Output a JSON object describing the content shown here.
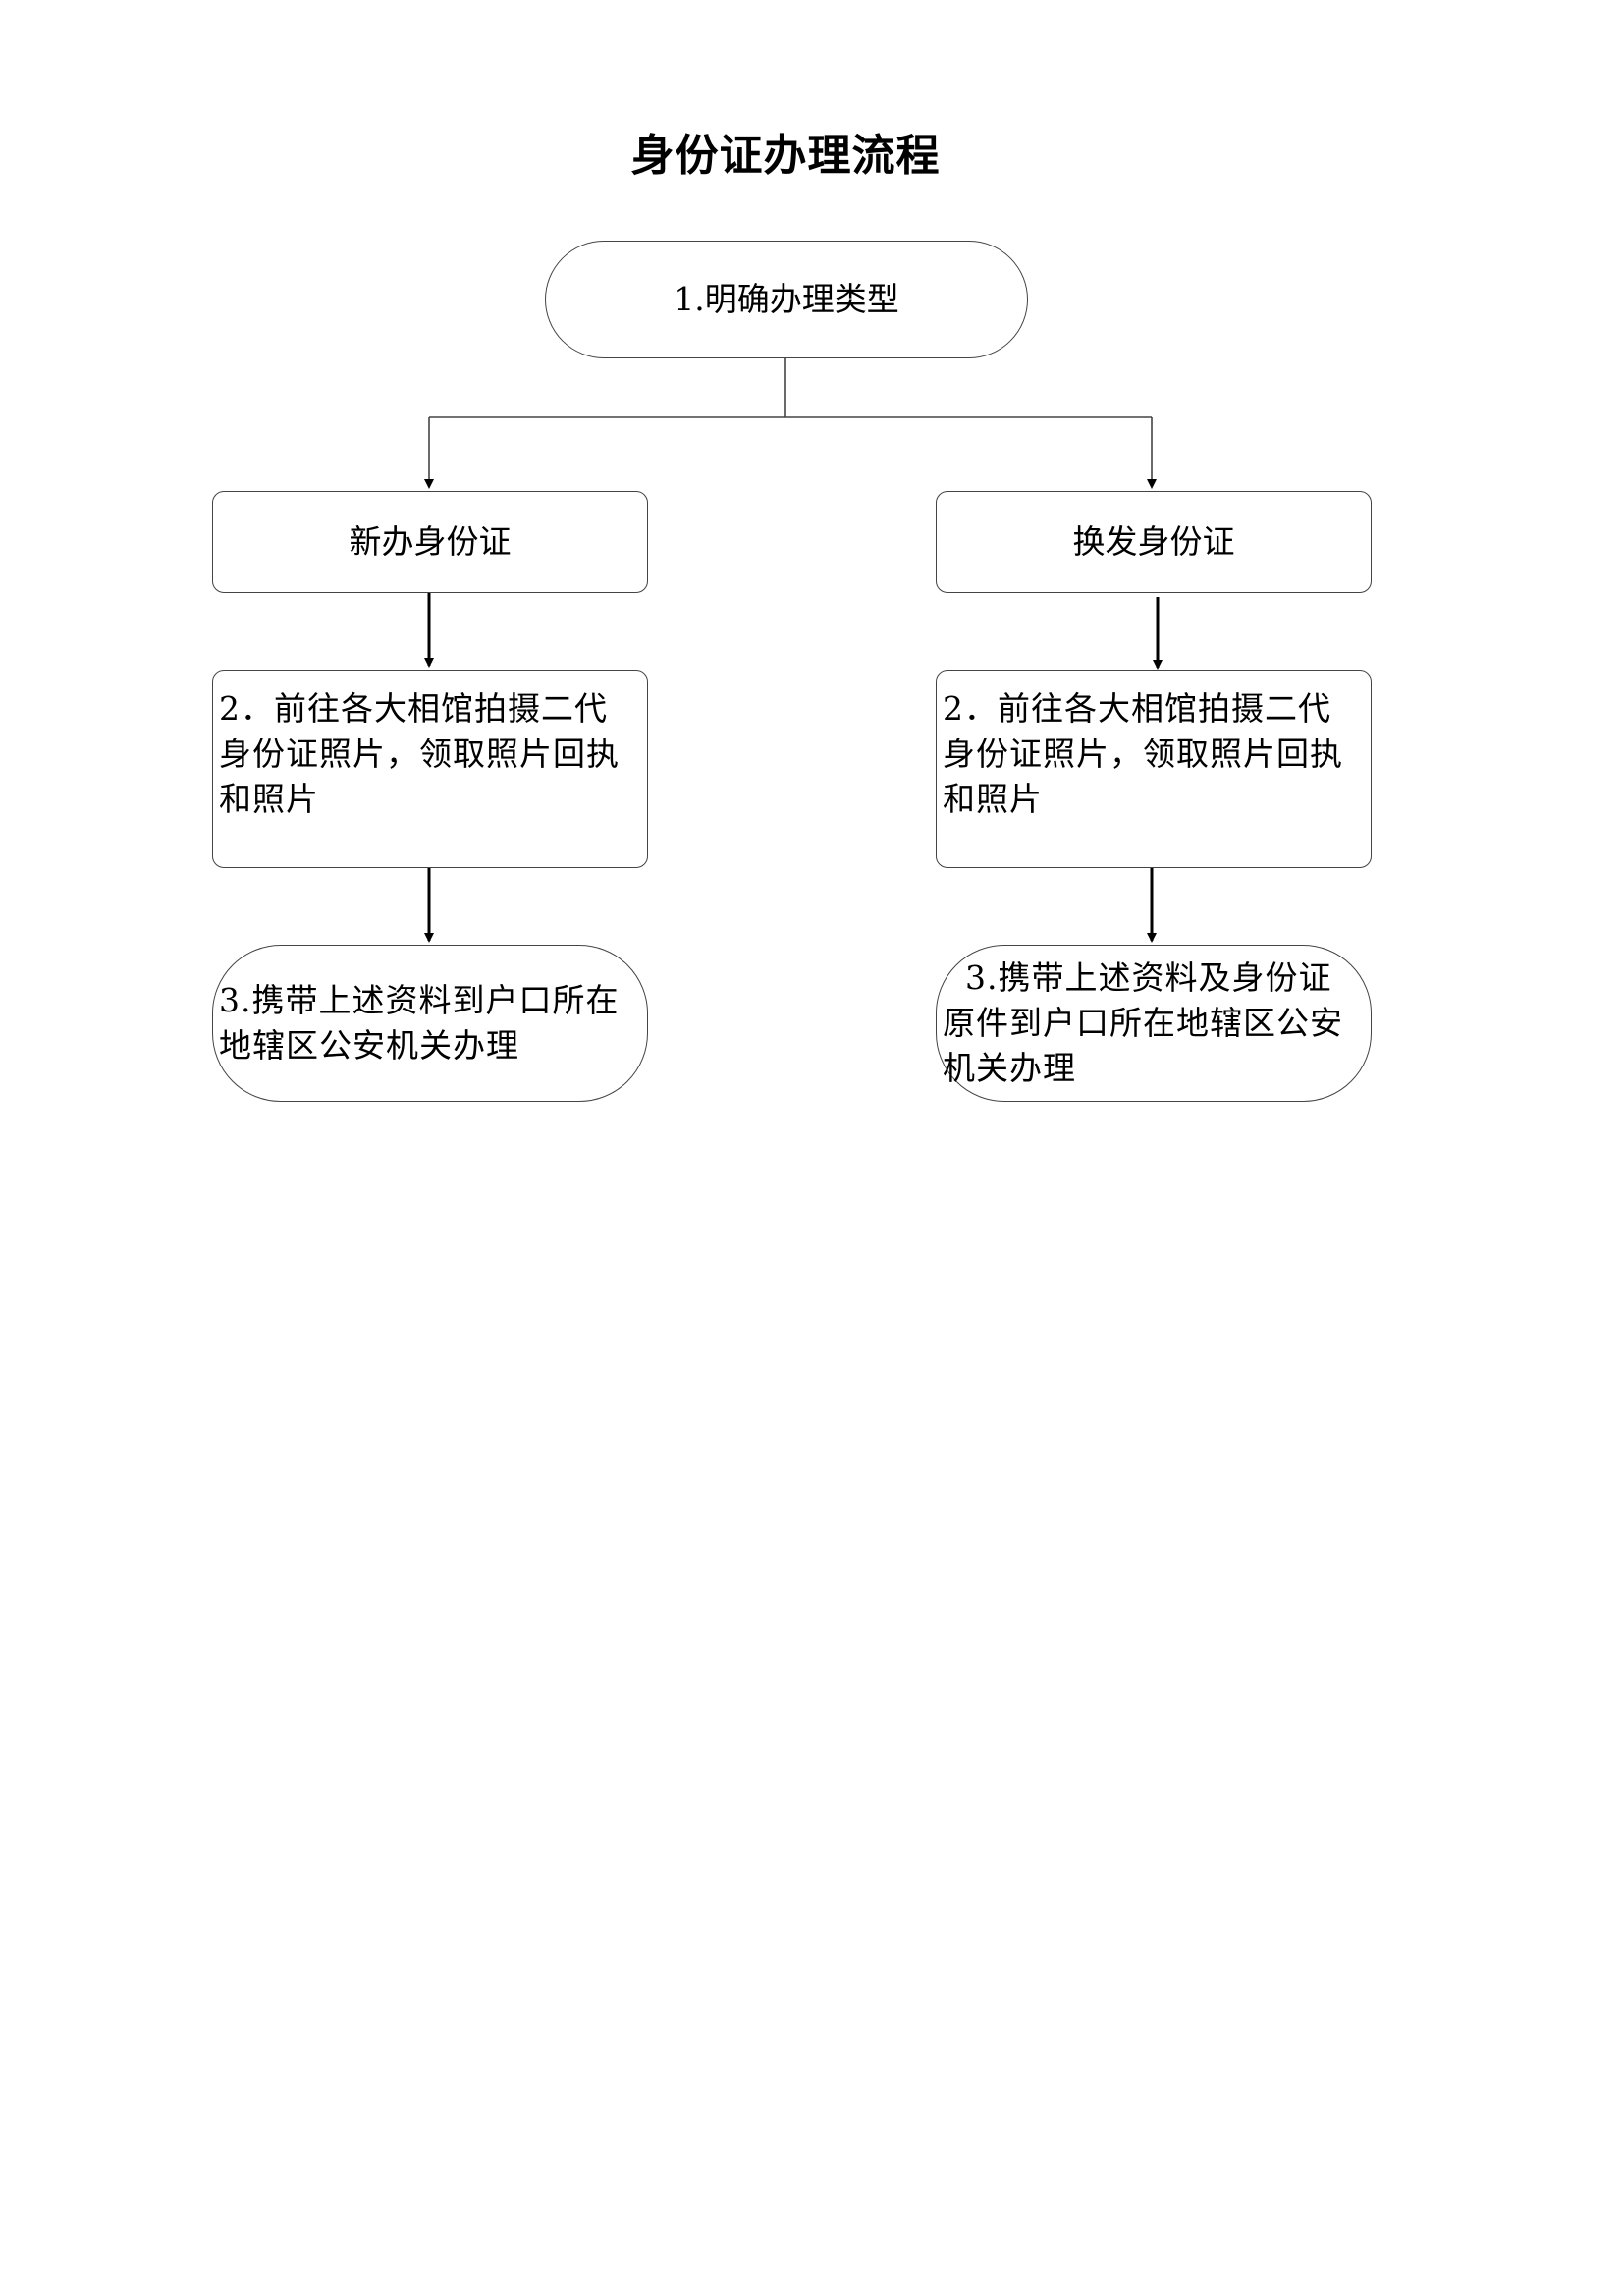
{
  "title": "身份证办理流程",
  "nodes": {
    "start": "1.明确办理类型",
    "new_id": "新办身份证",
    "renew_id": "换发身份证",
    "left_step2": "2．前往各大相馆拍摄二代身份证照片，领取照片回执和照片",
    "right_step2": "2．前往各大相馆拍摄二代身份证照片，领取照片回执和照片",
    "left_step3": "3.携带上述资料到户口所在地辖区公安机关办理",
    "right_step3": "  3.携带上述资料及身份证原件到户口所在地辖区公安机关办理"
  }
}
